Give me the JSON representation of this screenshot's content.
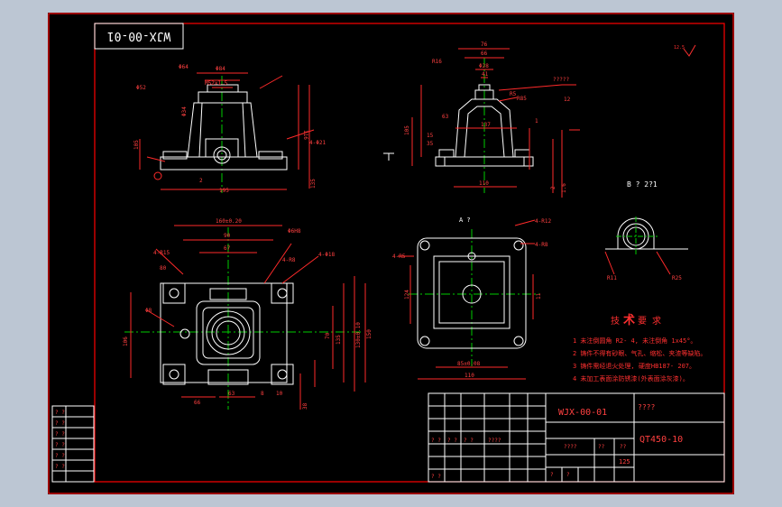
{
  "drawing": {
    "rotated_code": "WJX-00-01",
    "roughness_mark": "12.5",
    "notes": {
      "title_a": "技",
      "title_b": "术",
      "title_c": "要 求",
      "lines": [
        "1  未注倒圆角 R2- 4, 未注倒角 1x45°。",
        "2  铸件不得有砂眼、气孔、缩松、夹渣等缺陷。",
        "3  铸件需经退火处理, 硬度HB187- 207。",
        "4  未加工表面涂防锈漆(外表面涂灰漆)。"
      ]
    },
    "views": {
      "front_top_dims": [
        "Φ64",
        "Φ84",
        "M52x1.5",
        "Φ52",
        "Φ34"
      ],
      "front_side_dims": [
        "105",
        "116",
        "135",
        "4-Φ21",
        "1"
      ],
      "front_bottom_dims": [
        "195",
        "2"
      ],
      "side_top_dims": [
        "76",
        "66",
        "Φ28",
        "41",
        "R16",
        "R5",
        "R85"
      ],
      "side_dims": [
        "?????",
        "12",
        "63",
        "137",
        "15",
        "35",
        "105",
        "1",
        "110",
        "2",
        "1.6"
      ],
      "plan_dims": [
        "160±0.20",
        "90",
        "67",
        "Φ6H8",
        "4-R15",
        "4-Φ18",
        "4-R8",
        "Φ8",
        "80",
        "70",
        "135",
        "150",
        "130±0.10",
        "106",
        "38",
        "66",
        "63",
        "8",
        "10"
      ],
      "view_a_label": "A ?",
      "view_a_dims": [
        "4-R12",
        "4-R8",
        "4-R5",
        "11",
        "124",
        "85±0.08",
        "110"
      ],
      "view_b_label": "B ? 2?1",
      "view_b_dims": [
        "R11",
        "R25"
      ]
    },
    "title_block": {
      "drawing_number": "WJX-00-01",
      "material": "QT450-10",
      "unknown_label": "????",
      "cells": [
        "????",
        "??",
        "??",
        "?",
        "?",
        "125"
      ],
      "left_cells": [
        "? ?",
        "? ?",
        "? ?",
        "????",
        "? ?"
      ],
      "small_left": [
        "? ?",
        "? ?",
        "? ?",
        "? ?",
        "? ?",
        "? ?"
      ]
    },
    "colors": {
      "background": "#000000",
      "frame": "#ff0000",
      "outline": "#ffffff",
      "dimension": "#ff2a2a",
      "center_line": "#00cc00",
      "text_red": "#ff4040",
      "text_white": "#ffffff",
      "viewport": "#bcc6d3"
    }
  }
}
